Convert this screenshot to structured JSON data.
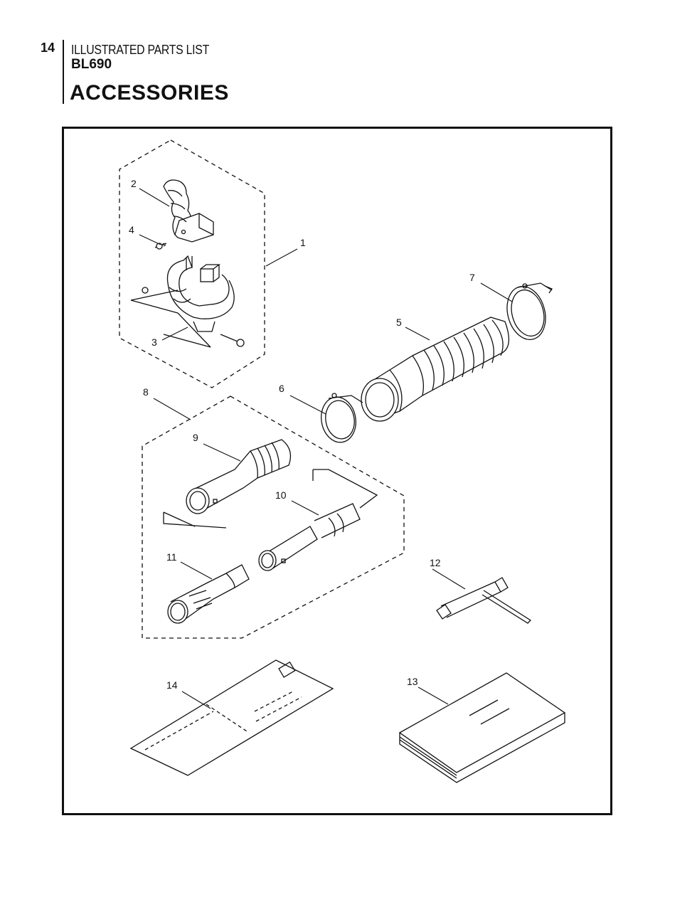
{
  "header": {
    "page_number": "14",
    "subtitle": "ILLUSTRATED PARTS LIST",
    "model": "BL690"
  },
  "section_title": "ACCESSORIES",
  "diagram": {
    "callouts": [
      {
        "id": "c1",
        "label": "1"
      },
      {
        "id": "c2",
        "label": "2"
      },
      {
        "id": "c3",
        "label": "3"
      },
      {
        "id": "c4",
        "label": "4"
      },
      {
        "id": "c5",
        "label": "5"
      },
      {
        "id": "c6",
        "label": "6"
      },
      {
        "id": "c7",
        "label": "7"
      },
      {
        "id": "c8",
        "label": "8"
      },
      {
        "id": "c9",
        "label": "9"
      },
      {
        "id": "c10",
        "label": "10"
      },
      {
        "id": "c11",
        "label": "11"
      },
      {
        "id": "c12",
        "label": "12"
      },
      {
        "id": "c13",
        "label": "13"
      },
      {
        "id": "c14",
        "label": "14"
      }
    ]
  }
}
